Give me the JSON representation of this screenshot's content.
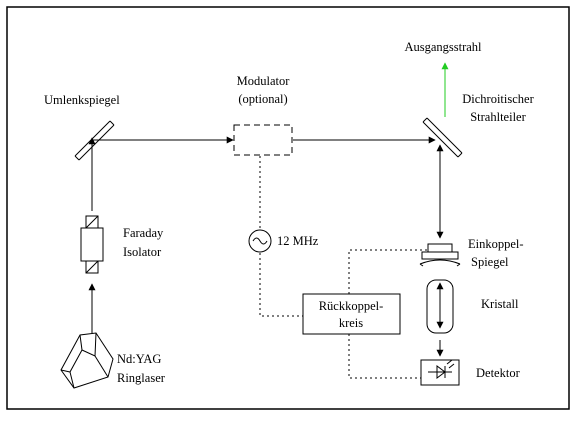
{
  "labels": {
    "umlenkspiegel": "Umlenkspiegel",
    "modulator_line1": "Modulator",
    "modulator_line2": "(optional)",
    "ausgangsstrahl": "Ausgangsstrahl",
    "dichroitischer_line1": "Dichroitischer",
    "dichroitischer_line2": "Strahlteiler",
    "faraday_line1": "Faraday",
    "faraday_line2": "Isolator",
    "oscillator": "12 MHz",
    "einkoppel_line1": "Einkoppel-",
    "einkoppel_line2": "Spiegel",
    "kristall": "Kristall",
    "rueckkoppel_line1": "Rückkoppel-",
    "rueckkoppel_line2": "kreis",
    "ndyag_line1": "Nd:YAG",
    "ndyag_line2": "Ringlaser",
    "detektor": "Detektor"
  },
  "colors": {
    "line": "#000000",
    "output_beam": "#22cc22",
    "background": "#ffffff"
  }
}
